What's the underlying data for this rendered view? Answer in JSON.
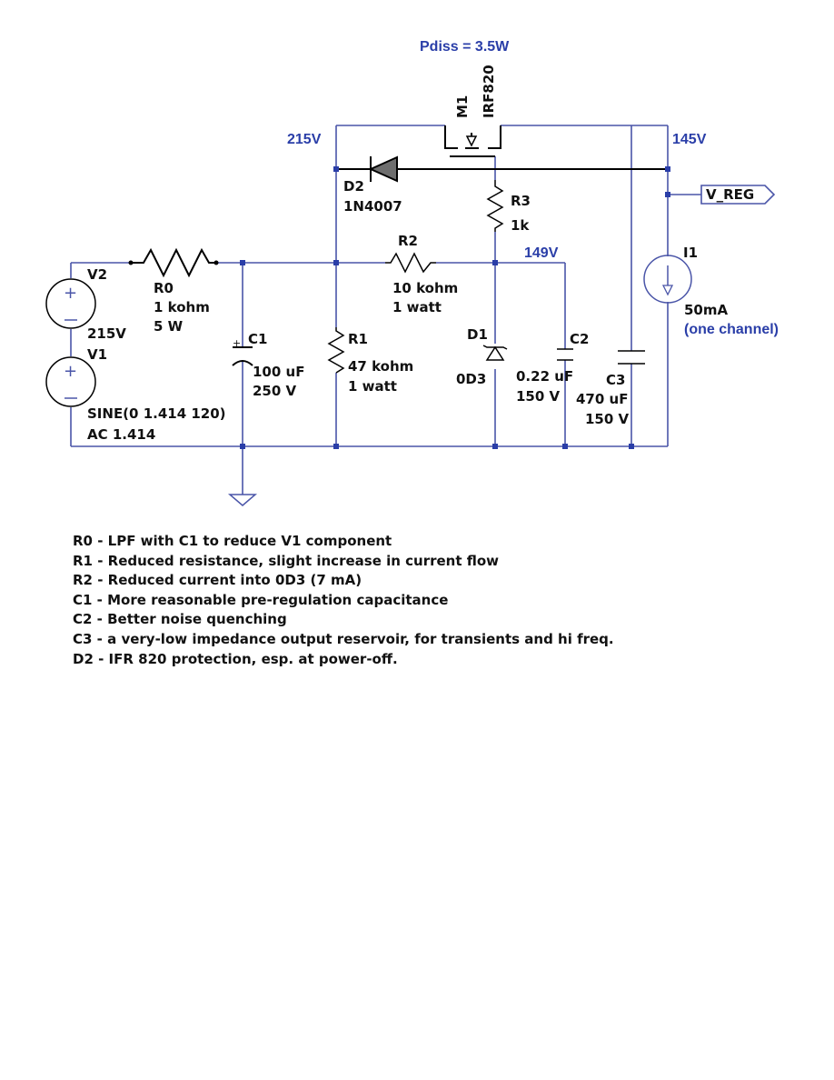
{
  "header": {
    "pdiss": "Pdiss = 3.5W"
  },
  "net_labels": {
    "input_node": "215V",
    "output_node": "145V",
    "gate_node": "149V",
    "flag": "V_REG"
  },
  "components": {
    "m1": {
      "ref": "M1",
      "part": "IRF820"
    },
    "d2": {
      "ref": "D2",
      "part": "1N4007"
    },
    "r3": {
      "ref": "R3",
      "value": "1k"
    },
    "r2": {
      "ref": "R2",
      "value": "10 kohm",
      "rating": "1 watt"
    },
    "r0": {
      "ref": "R0",
      "value": "1 kohm",
      "rating": "5 W"
    },
    "v2": {
      "ref": "V2",
      "value": "215V"
    },
    "v1": {
      "ref": "V1",
      "spec": "SINE(0 1.414 120)",
      "ac": "AC 1.414"
    },
    "c1": {
      "ref": "C1",
      "value": "100 uF",
      "rating": "250 V"
    },
    "r1": {
      "ref": "R1",
      "value": "47 kohm",
      "rating": "1 watt"
    },
    "d1": {
      "ref": "D1",
      "part": "0D3"
    },
    "c2": {
      "ref": "C2",
      "value": "0.22 uF",
      "rating": "150 V"
    },
    "c3": {
      "ref": "C3",
      "value": "470 uF",
      "rating": "150 V"
    },
    "i1": {
      "ref": "I1",
      "value": "50mA",
      "note": "(one channel)"
    }
  },
  "notes": [
    "R0 - LPF with C1 to reduce V1 component",
    "R1 - Reduced resistance, slight increase in current flow",
    "R2 - Reduced current into 0D3 (7 mA)",
    "C1 - More reasonable pre-regulation capacitance",
    "C2 - Better noise quenching",
    "C3 - a very-low impedance output reservoir, for transients and hi freq.",
    "D2 - IFR 820 protection, esp. at power-off."
  ],
  "colors": {
    "wire": "#4a55a8",
    "net_label": "#2a3ea8",
    "component": "#000000",
    "text": "#111111"
  }
}
